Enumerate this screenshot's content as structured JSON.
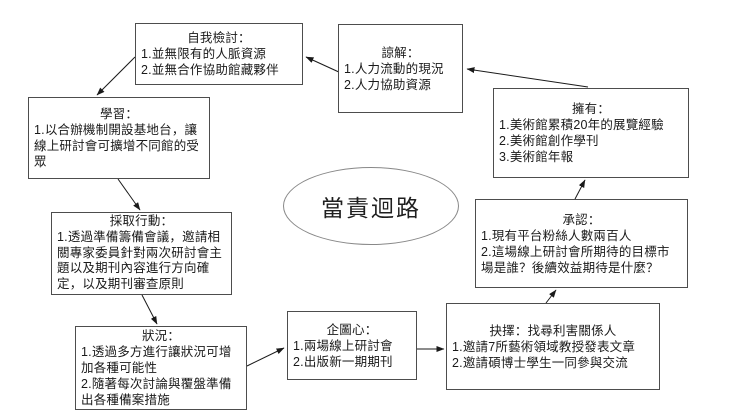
{
  "diagram": {
    "center_label": "當責迴路",
    "nodes": {
      "self_review": {
        "title": "自我檢討：",
        "items": [
          "1.並無限有的人脈資源",
          "2.並無合作協助館藏夥伴"
        ]
      },
      "understanding": {
        "title": "諒解：",
        "items": [
          "1.人力流動的現況",
          "2.人力協助資源"
        ]
      },
      "possess": {
        "title": "擁有：",
        "items": [
          "1.美術館累積20年的展覽經驗",
          "2.美術館創作學刊",
          "3.美術館年報"
        ]
      },
      "learning": {
        "title": "學習：",
        "items": [
          "1.以合辦機制開設基地台，讓線上研討會可擴增不同館的受眾"
        ]
      },
      "take_action": {
        "title": "採取行動：",
        "items": [
          "1.透過準備籌備會議，邀請相關專家委員針對兩次研討會主題以及期刊內容進行方向確定，以及期刊審查原則"
        ]
      },
      "situation": {
        "title": "狀況：",
        "items": [
          "1.透過多方進行讓狀況可增加各種可能性",
          "2.隨著每次討論與覆盤準備出各種備案措施"
        ]
      },
      "ambition": {
        "title": "企圖心：",
        "items": [
          "1.兩場線上研討會",
          "2.出版新一期期刊"
        ]
      },
      "decision": {
        "title": "抉擇：找尋利害關係人",
        "items": [
          "1.邀請7所藝術領域教授發表文章",
          "2.邀請碩博士學生一同參與交流"
        ]
      },
      "acknowledge": {
        "title": "承認：",
        "items": [
          "1.現有平台粉絲人數兩百人",
          "2.這場線上研討會所期待的目標市場是誰？後續效益期待是什麼？"
        ]
      }
    },
    "colors": {
      "box_border": "#4d4d4d",
      "arrow": "#1a1a1a",
      "ellipse_border": "#888888",
      "background": "#ffffff",
      "text": "#1a1a1a"
    }
  }
}
